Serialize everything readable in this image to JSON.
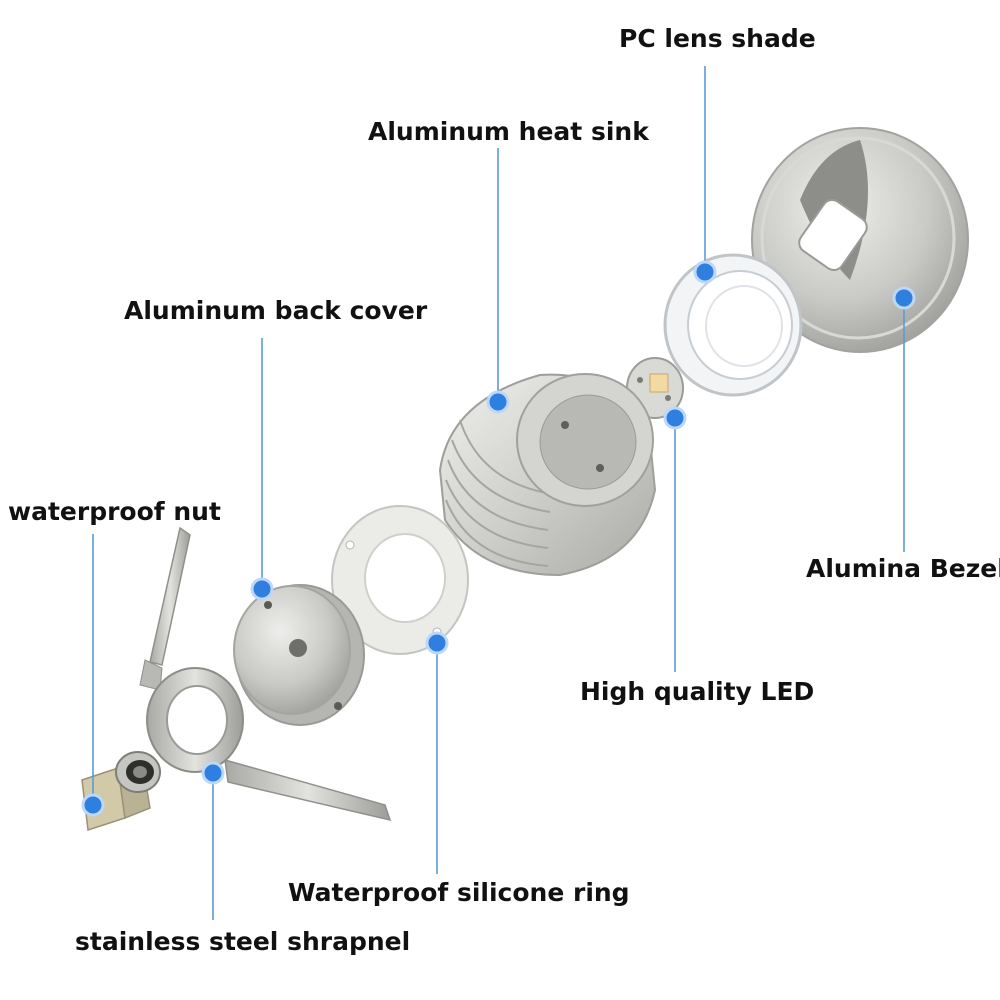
{
  "labels": {
    "pc_lens_shade": "PC lens shade",
    "aluminum_heat_sink": "Aluminum heat sink",
    "aluminum_back_cover": "Aluminum back cover",
    "waterproof_nut": "waterproof nut",
    "alumina_bezel": "Alumina Bezel",
    "high_quality_led": "High quality LED",
    "waterproof_silicone_ring": "Waterproof silicone ring",
    "stainless_steel_shrapnel": "stainless steel shrapnel"
  },
  "colors": {
    "leader_line": "#5a9bd5",
    "marker_dot": "#2f7fe0",
    "metal": "#c9c9c6",
    "text": "#111111"
  }
}
